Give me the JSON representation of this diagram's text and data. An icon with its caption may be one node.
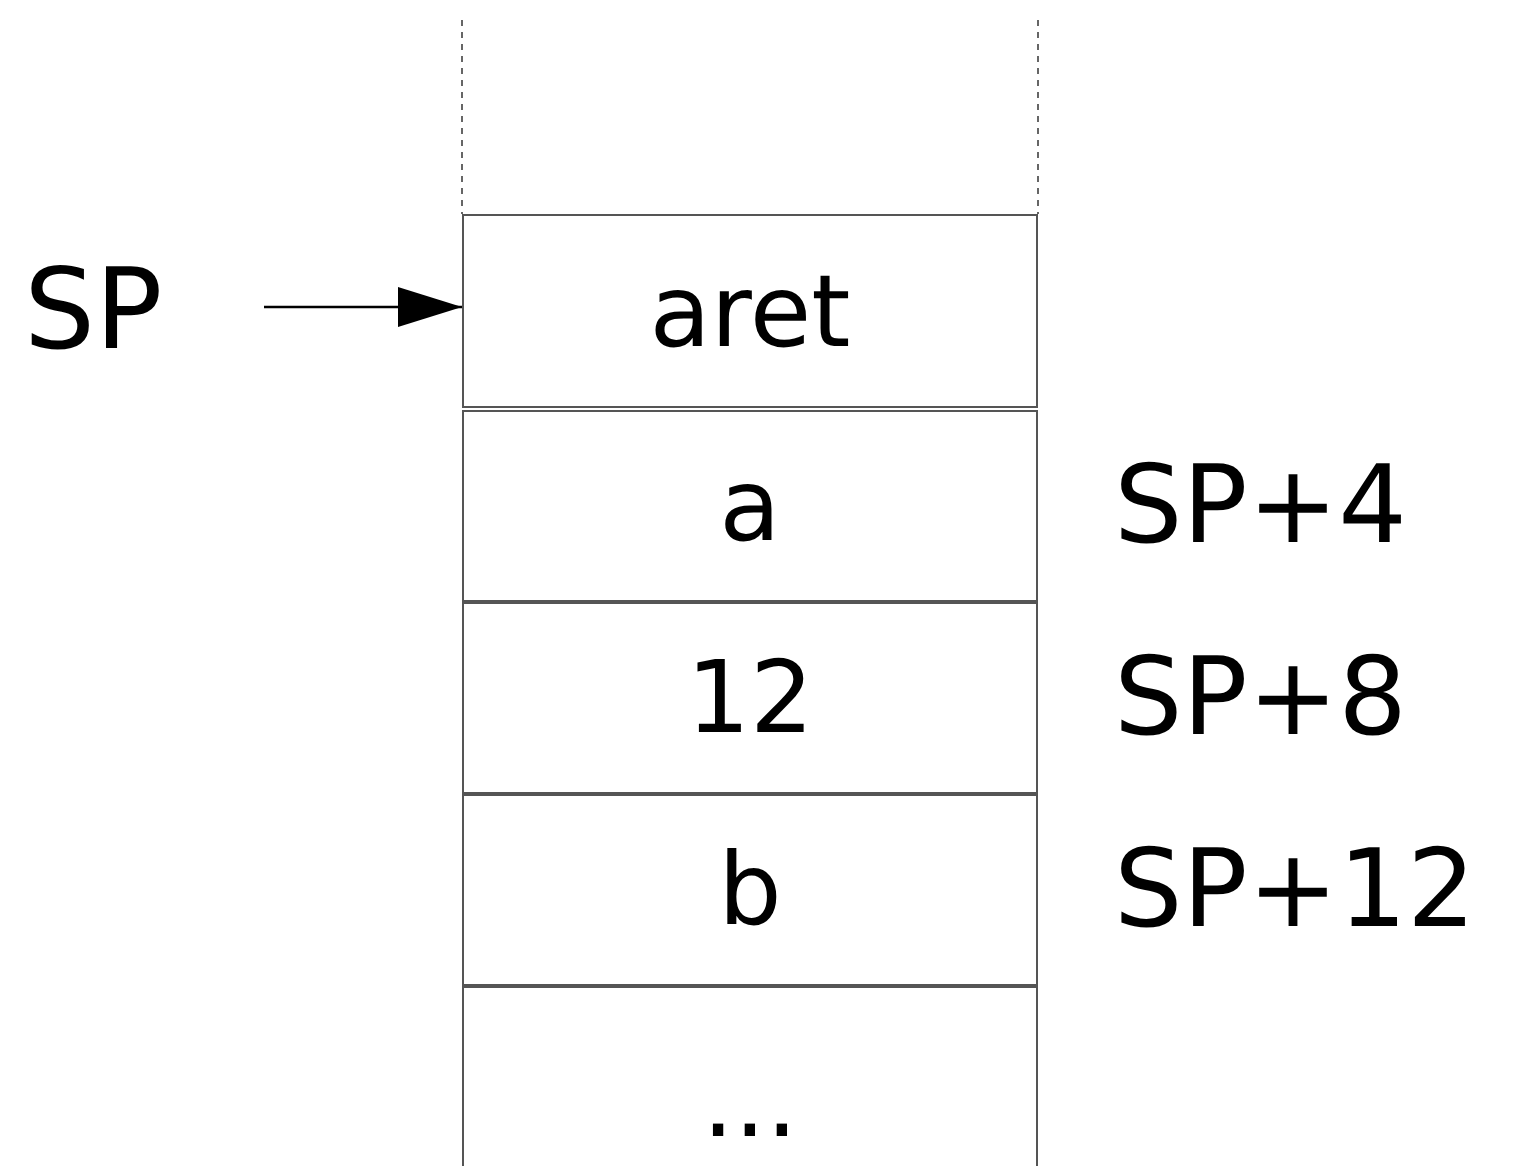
{
  "diagram": {
    "nodes": [
      {
        "text": [
          "SP"
        ]
      },
      {
        "text": [
          "aret"
        ]
      },
      {
        "text": [
          "a"
        ],
        "beside": [
          "SP+4"
        ]
      },
      {
        "text": [
          "12"
        ],
        "beside": [
          "SP+8"
        ]
      },
      {
        "text": [
          "b"
        ],
        "beside": [
          "SP+12"
        ]
      },
      {
        "text": [
          "..."
        ]
      }
    ],
    "edges": [
      {
        "from": 0,
        "to": 1,
        "arrow": "to"
      }
    ]
  }
}
